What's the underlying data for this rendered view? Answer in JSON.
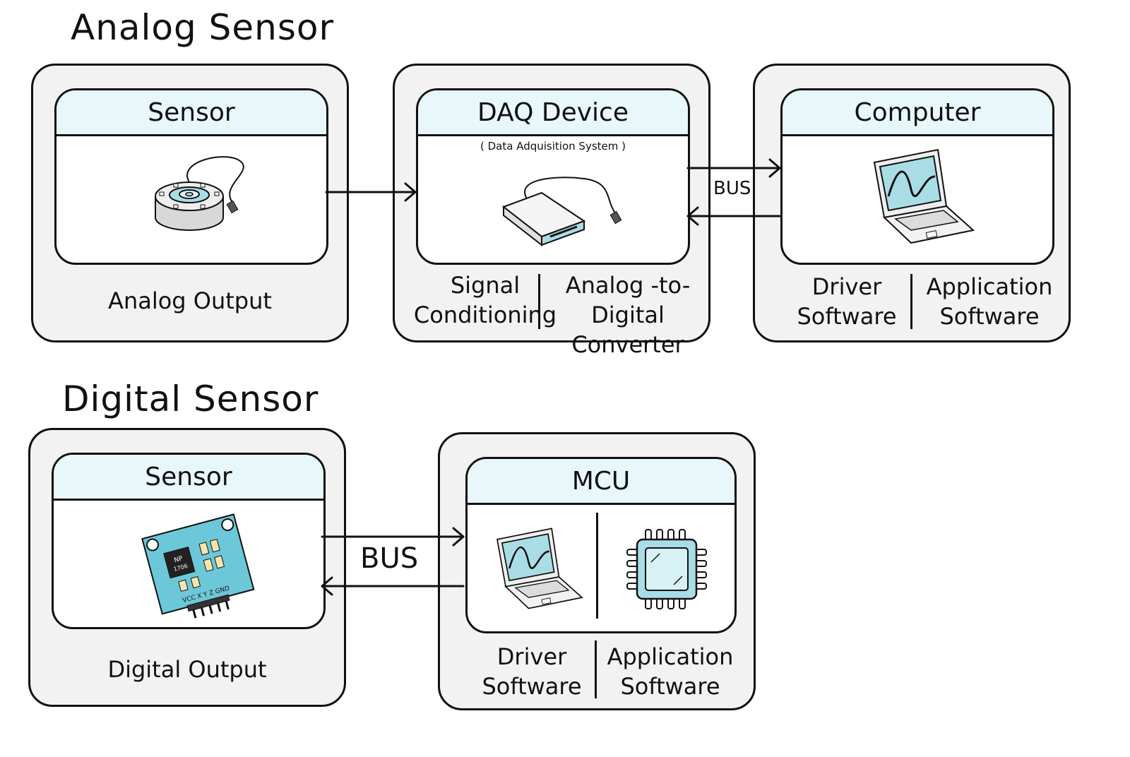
{
  "analog": {
    "title": "Analog Sensor",
    "sensor": {
      "header": "Sensor",
      "footer": "Analog Output"
    },
    "daq": {
      "header": "DAQ Device",
      "subtitle": "( Data Adquisition System )",
      "col1": "Signal\nConditioning",
      "col2": "Analog -to-\nDigital Converter"
    },
    "bus_label": "BUS",
    "computer": {
      "header": "Computer",
      "col1": "Driver\nSoftware",
      "col2": "Application\nSoftware"
    }
  },
  "digital": {
    "title": "Digital Sensor",
    "sensor": {
      "header": "Sensor",
      "footer": "Digital Output",
      "chip_text_1": "NP",
      "chip_text_2": "1706",
      "pin_labels": "VCC  X  Y  Z  GND"
    },
    "bus_label": "BUS",
    "mcu": {
      "header": "MCU",
      "col1": "Driver\nSoftware",
      "col2": "Application\nSoftware"
    }
  },
  "colors": {
    "header_fill": "#e8f8fa",
    "panel_fill": "#f2f2f2",
    "accent": "#a9dde6",
    "board": "#6cc8d8"
  }
}
